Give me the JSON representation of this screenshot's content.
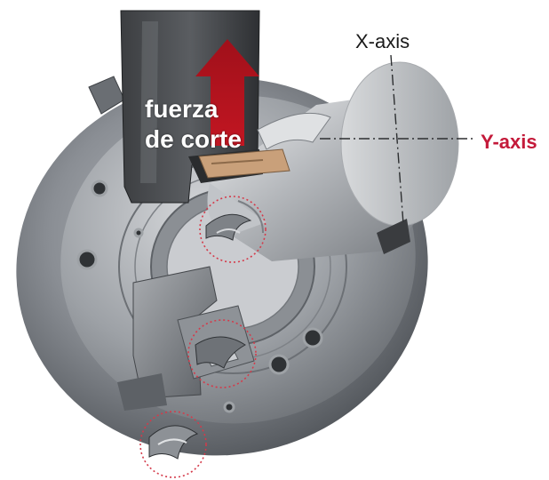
{
  "labels": {
    "x_axis": "X-axis",
    "y_axis": "Y-axis",
    "force_line1": "fuerza",
    "force_line2": "de corte"
  },
  "colors": {
    "accent_red": "#c41a3a",
    "arrow_red": "#b5121b",
    "highlight_circle": "#d43a4a",
    "metal_dark": "#4a4d52",
    "metal_mid": "#8a8e94",
    "metal_light": "#c9ccd0",
    "insert_tan": "#c9a07a"
  },
  "icons": {
    "force_arrow": "arrow-up-icon",
    "highlight": "dotted-circle-icon"
  }
}
